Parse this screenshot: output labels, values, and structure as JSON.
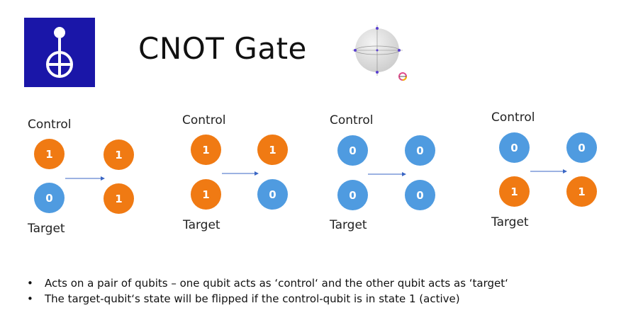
{
  "title": "CNOT Gate",
  "icons": {
    "logo": "cnot-gate-symbol-icon",
    "bloch": "bloch-sphere-icon"
  },
  "colors": {
    "one": "#f07a13",
    "zero": "#4f9be0",
    "logo_bg": "#1a16a8",
    "arrow": "#3a66c4"
  },
  "diagrams": [
    {
      "control_label": "Control",
      "target_label": "Target",
      "before": {
        "control": "1",
        "target": "0"
      },
      "after": {
        "control": "1",
        "target": "1"
      }
    },
    {
      "control_label": "Control",
      "target_label": "Target",
      "before": {
        "control": "1",
        "target": "1"
      },
      "after": {
        "control": "1",
        "target": "0"
      }
    },
    {
      "control_label": "Control",
      "target_label": "Target",
      "before": {
        "control": "0",
        "target": "0"
      },
      "after": {
        "control": "0",
        "target": "0"
      }
    },
    {
      "control_label": "Control",
      "target_label": "Target",
      "before": {
        "control": "0",
        "target": "1"
      },
      "after": {
        "control": "0",
        "target": "1"
      }
    }
  ],
  "bullets": [
    "Acts on a pair of qubits – one qubit acts as ‘control‘ and the other qubit acts as ‘target‘",
    "The target-qubit‘s state will be flipped if the control-qubit is in state 1 (active)"
  ],
  "bullet_char": "•"
}
